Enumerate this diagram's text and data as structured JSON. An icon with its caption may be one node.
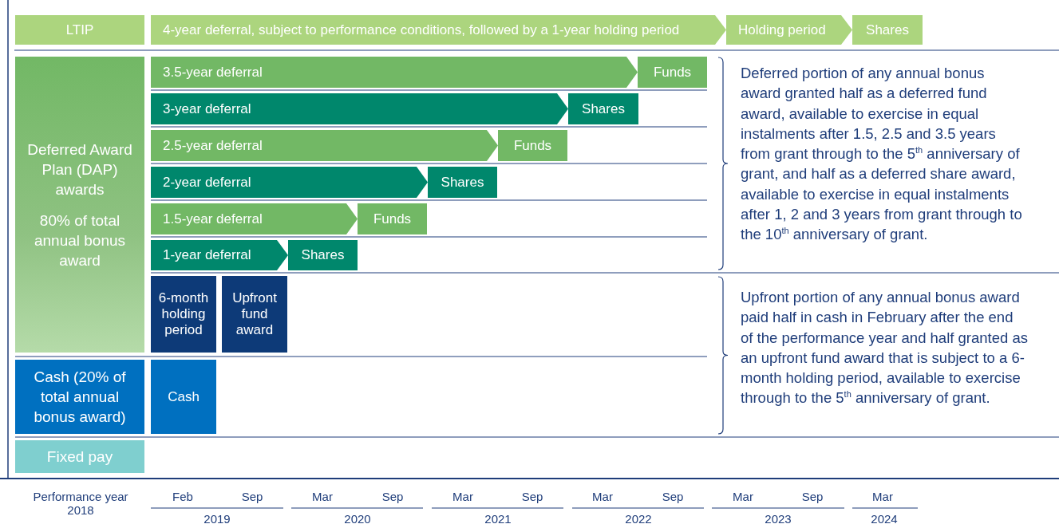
{
  "diagram": {
    "nodes": [
      {
        "text": [
          "LTIP"
        ]
      },
      {
        "text": [
          "4-year deferral, subject to performance conditions, followed by a 1-year holding period"
        ]
      },
      {
        "text": [
          "Holding period"
        ]
      },
      {
        "text": [
          "Shares"
        ]
      },
      {
        "text": [
          "Deferred Award Plan (DAP) awards",
          "80% of total annual bonus award"
        ]
      },
      {
        "text": [
          "3.5-year deferral"
        ]
      },
      {
        "text": [
          "Funds"
        ]
      },
      {
        "text": [
          "3-year deferral"
        ]
      },
      {
        "text": [
          "Shares"
        ]
      },
      {
        "text": [
          "2.5-year deferral"
        ]
      },
      {
        "text": [
          "Funds"
        ]
      },
      {
        "text": [
          "2-year deferral"
        ]
      },
      {
        "text": [
          "Shares"
        ]
      },
      {
        "text": [
          "1.5-year deferral"
        ]
      },
      {
        "text": [
          "Funds"
        ]
      },
      {
        "text": [
          "1-year deferral"
        ]
      },
      {
        "text": [
          "Shares"
        ]
      },
      {
        "text": [
          "6-month holding period"
        ]
      },
      {
        "text": [
          "Upfront fund award"
        ]
      },
      {
        "text": [
          "Cash (20% of total annual bonus award)"
        ]
      },
      {
        "text": [
          "Cash"
        ]
      },
      {
        "text": [
          "Fixed pay"
        ]
      }
    ],
    "labels": [
      "Deferred portion of any annual bonus award granted half as a deferred fund award, available to exercise in equal instalments after 1.5, 2.5 and 3.5 years from grant through to the 5$^{th}$ anniversary of grant, and half as a deferred share award, available to exercise in equal instalments after 1, 2 and 3 years from grant through to the 10$^{th}$ anniversary of grant.",
      "Upfront portion of any annual bonus award paid half in cash in February after the end of the performance year and half granted as an upfront fund award that is subject to a 6-month holding period, available to exercise through to the 5$^{th}$ anniversary of grant.",
      "Performance year 2018",
      "Feb",
      "Sep",
      "2019",
      "Mar",
      "Sep",
      "2020",
      "Mar",
      "Sep",
      "2021",
      "Mar",
      "Sep",
      "2022",
      "Mar",
      "Sep",
      "2023",
      "Mar",
      "2024"
    ]
  }
}
